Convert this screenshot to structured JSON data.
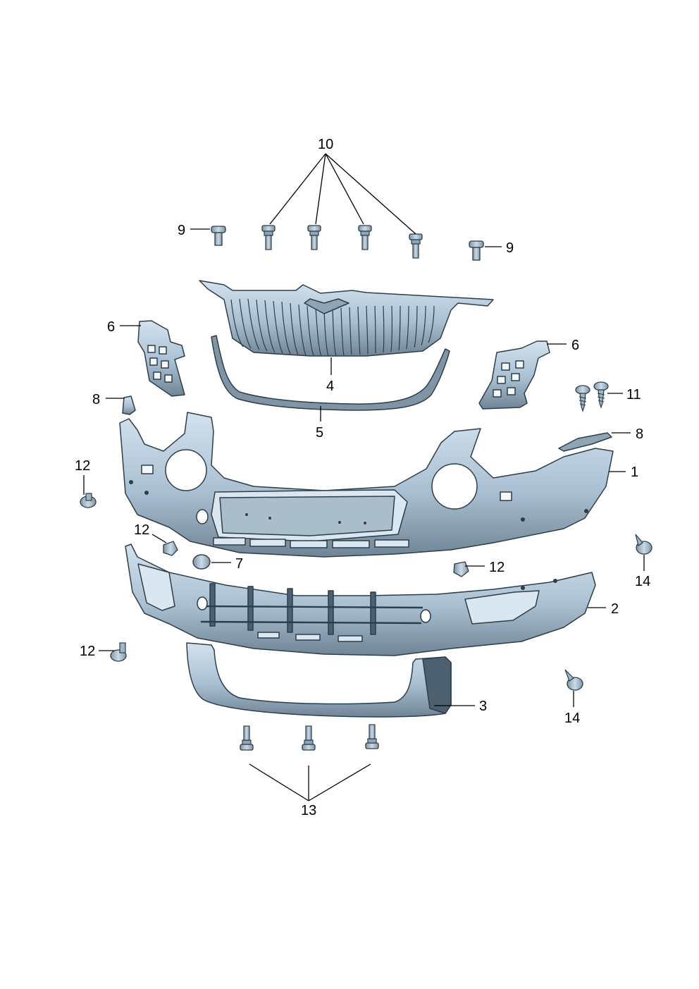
{
  "colors": {
    "part_light": "#c9dbe8",
    "part_mid": "#9fb6c8",
    "part_dark": "#5e7384",
    "outline": "#2d3d4a",
    "background": "#ffffff"
  },
  "callouts": [
    {
      "id": "1",
      "label": "1"
    },
    {
      "id": "2",
      "label": "2"
    },
    {
      "id": "3",
      "label": "3"
    },
    {
      "id": "4",
      "label": "4"
    },
    {
      "id": "5",
      "label": "5"
    },
    {
      "id": "6a",
      "label": "6"
    },
    {
      "id": "6b",
      "label": "6"
    },
    {
      "id": "7",
      "label": "7"
    },
    {
      "id": "8a",
      "label": "8"
    },
    {
      "id": "8b",
      "label": "8"
    },
    {
      "id": "9a",
      "label": "9"
    },
    {
      "id": "9b",
      "label": "9"
    },
    {
      "id": "10",
      "label": "10"
    },
    {
      "id": "11",
      "label": "11"
    },
    {
      "id": "12a",
      "label": "12"
    },
    {
      "id": "12b",
      "label": "12"
    },
    {
      "id": "12c",
      "label": "12"
    },
    {
      "id": "12d",
      "label": "12"
    },
    {
      "id": "13",
      "label": "13"
    },
    {
      "id": "14a",
      "label": "14"
    },
    {
      "id": "14b",
      "label": "14"
    }
  ]
}
